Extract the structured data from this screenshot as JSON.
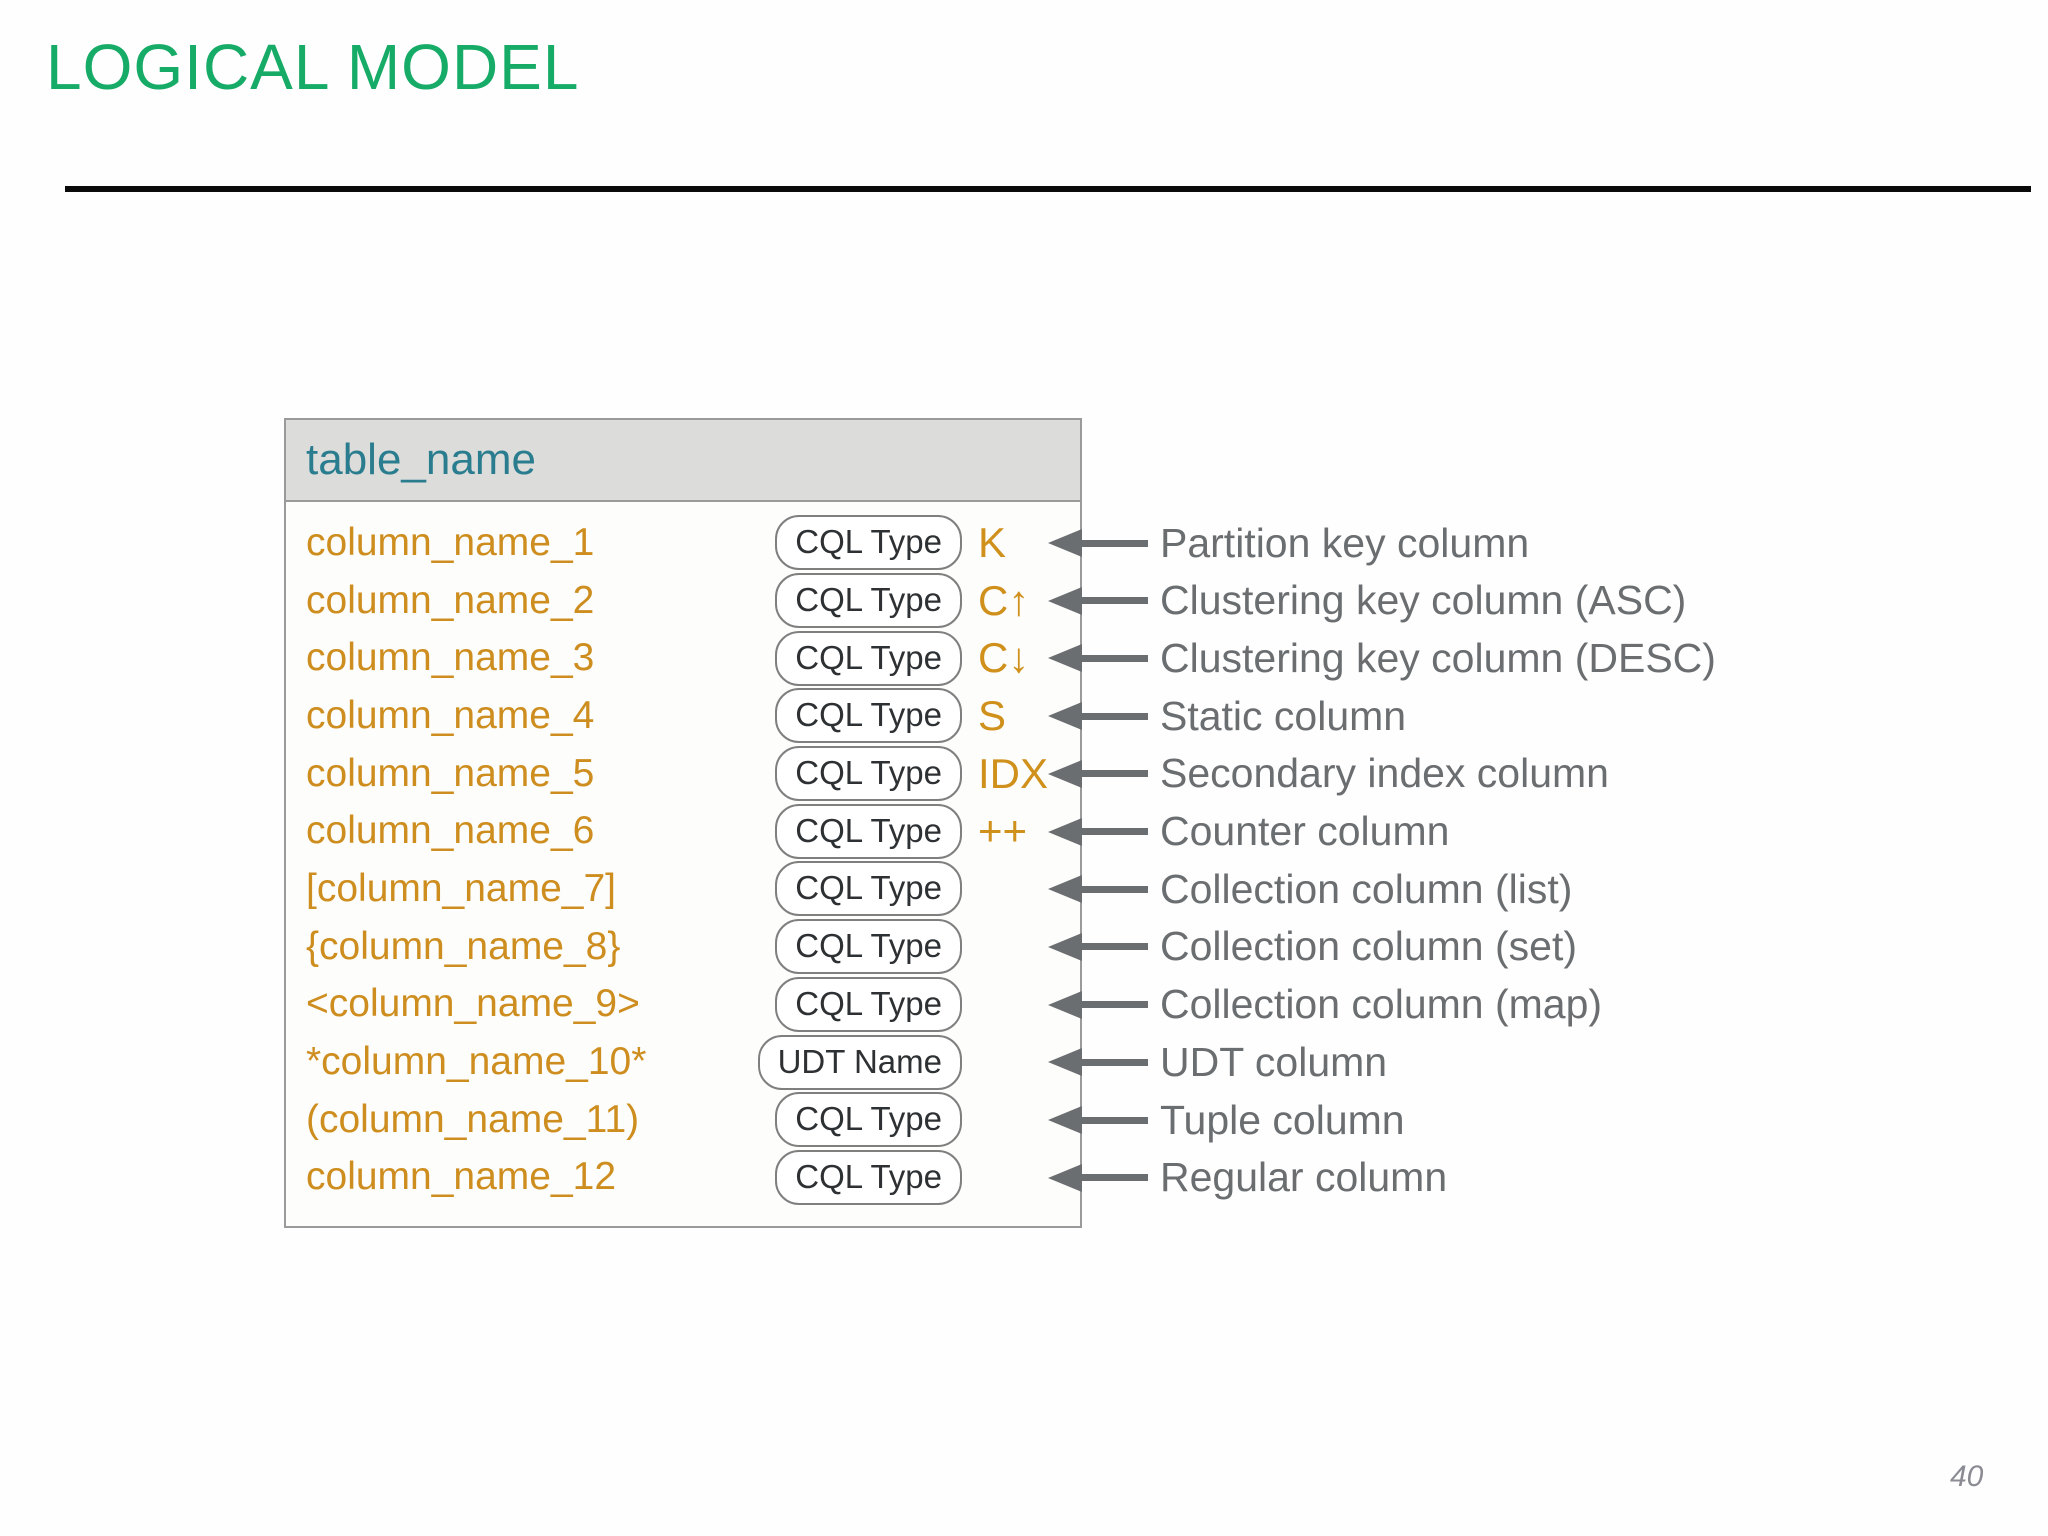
{
  "slide": {
    "title": "LOGICAL MODEL",
    "page_number": "40"
  },
  "table": {
    "header": "table_name",
    "rows": [
      {
        "name": "column_name_1",
        "type_badge": "CQL Type",
        "tag": "K",
        "label": "Partition key column"
      },
      {
        "name": "column_name_2",
        "type_badge": "CQL Type",
        "tag": "C↑",
        "label": "Clustering key column (ASC)"
      },
      {
        "name": "column_name_3",
        "type_badge": "CQL Type",
        "tag": "C↓",
        "label": "Clustering key column (DESC)"
      },
      {
        "name": "column_name_4",
        "type_badge": "CQL Type",
        "tag": "S",
        "label": "Static column"
      },
      {
        "name": "column_name_5",
        "type_badge": "CQL Type",
        "tag": "IDX",
        "label": "Secondary index column"
      },
      {
        "name": "column_name_6",
        "type_badge": "CQL Type",
        "tag": "++",
        "label": "Counter column"
      },
      {
        "name": "[column_name_7]",
        "type_badge": "CQL Type",
        "tag": "",
        "label": "Collection column (list)"
      },
      {
        "name": "{column_name_8}",
        "type_badge": "CQL Type",
        "tag": "",
        "label": "Collection column (set)"
      },
      {
        "name": "<column_name_9>",
        "type_badge": "CQL Type",
        "tag": "",
        "label": "Collection column (map)"
      },
      {
        "name": "*column_name_10*",
        "type_badge": "UDT Name",
        "tag": "",
        "label": "UDT column"
      },
      {
        "name": "(column_name_11)",
        "type_badge": "CQL Type",
        "tag": "",
        "label": "Tuple column"
      },
      {
        "name": "column_name_12",
        "type_badge": "CQL Type",
        "tag": "",
        "label": "Regular column"
      }
    ]
  },
  "colors": {
    "title_green": "#17ab68",
    "column_orange": "#ce8e1f",
    "tag_orange": "#d0901c",
    "header_teal": "#2a7d8f",
    "header_bg": "#dcdcda",
    "table_border": "#9a9a9a",
    "annotation_gray": "#6b6e70"
  }
}
